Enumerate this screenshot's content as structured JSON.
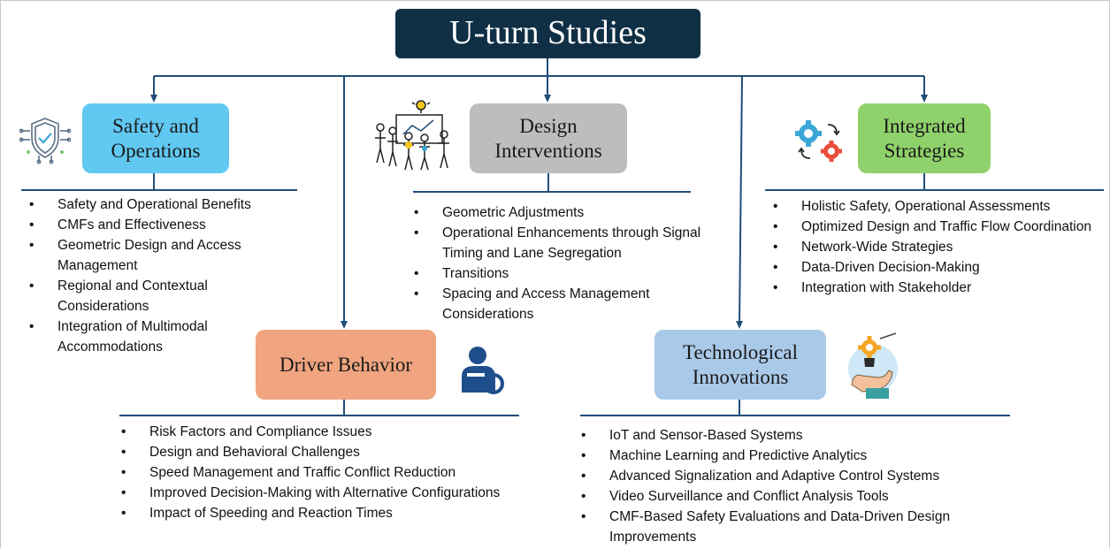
{
  "title": "U-turn Studies",
  "categories": {
    "safety": {
      "label": "Safety and Operations",
      "icon": "shield-circuit-icon",
      "items": [
        "Safety and Operational Benefits",
        "CMFs and Effectiveness",
        "Geometric Design and Access Management",
        "Regional and Contextual Considerations",
        "Integration of Multimodal Accommodations"
      ]
    },
    "design": {
      "label": "Design Interventions",
      "icon": "team-brainstorm-icon",
      "items": [
        "Geometric Adjustments",
        "Operational Enhancements through Signal Timing and Lane Segregation",
        "Transitions",
        "Spacing and Access Management Considerations"
      ]
    },
    "integrated": {
      "label": "Integrated Strategies",
      "icon": "gears-cycle-icon",
      "items": [
        "Holistic Safety, Operational Assessments",
        "Optimized Design and Traffic Flow Coordination",
        "Network-Wide Strategies",
        "Data-Driven Decision-Making",
        "Integration with Stakeholder"
      ]
    },
    "driver": {
      "label": "Driver Behavior",
      "icon": "driver-steering-icon",
      "items": [
        "Risk Factors and Compliance Issues",
        "Design and Behavioral Challenges",
        "Speed Management and Traffic Conflict Reduction",
        "Improved Decision-Making with Alternative Configurations",
        "Impact of Speeding and Reaction Times"
      ]
    },
    "tech": {
      "label": "Technological Innovations",
      "icon": "lightbulb-gear-hand-icon",
      "items": [
        "IoT and Sensor-Based Systems",
        "Machine Learning and Predictive Analytics",
        "Advanced Signalization and Adaptive Control Systems",
        "Video Surveillance and Conflict Analysis Tools",
        "CMF-Based Safety Evaluations and Data-Driven Design Improvements"
      ]
    }
  },
  "colors": {
    "title_bg": "#0f2f44",
    "line": "#1f4e79",
    "safety": "#61c8f1",
    "design": "#bdbdbd",
    "integrated": "#8fd16a",
    "driver": "#f0a47f",
    "tech": "#a9c9e8"
  }
}
